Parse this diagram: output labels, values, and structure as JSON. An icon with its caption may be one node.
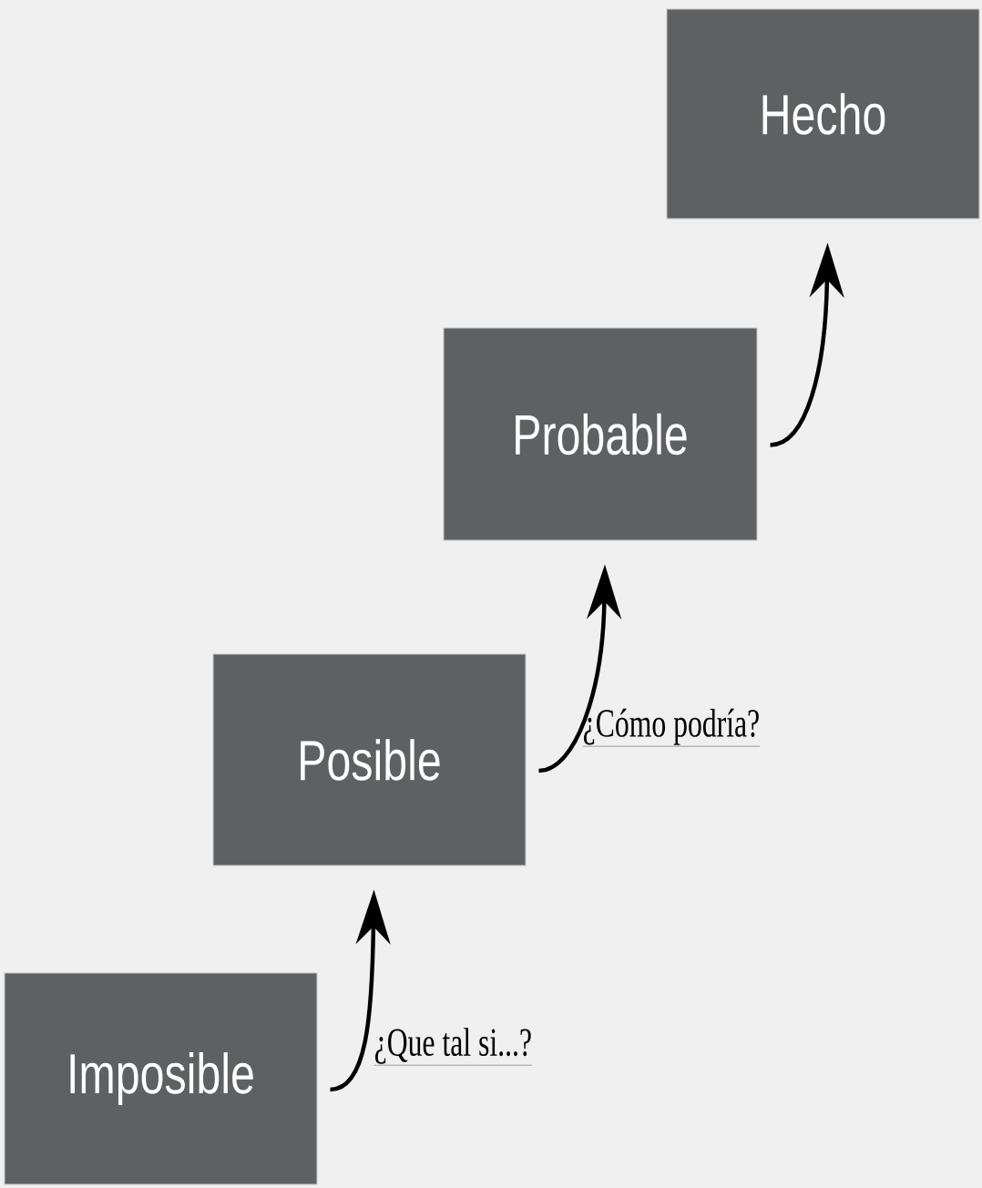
{
  "diagram": {
    "nodes": [
      {
        "text": [
          "Imposible"
        ]
      },
      {
        "text": [
          "Posible"
        ]
      },
      {
        "text": [
          "Probable"
        ]
      },
      {
        "text": [
          "Hecho"
        ]
      }
    ],
    "edges": [
      {
        "from": 0,
        "to": 1,
        "arrow": "to",
        "label": "¿Que tal si...?"
      },
      {
        "from": 1,
        "to": 2,
        "arrow": "to",
        "label": "¿Cómo podría?"
      },
      {
        "from": 2,
        "to": 3,
        "arrow": "to"
      }
    ]
  }
}
